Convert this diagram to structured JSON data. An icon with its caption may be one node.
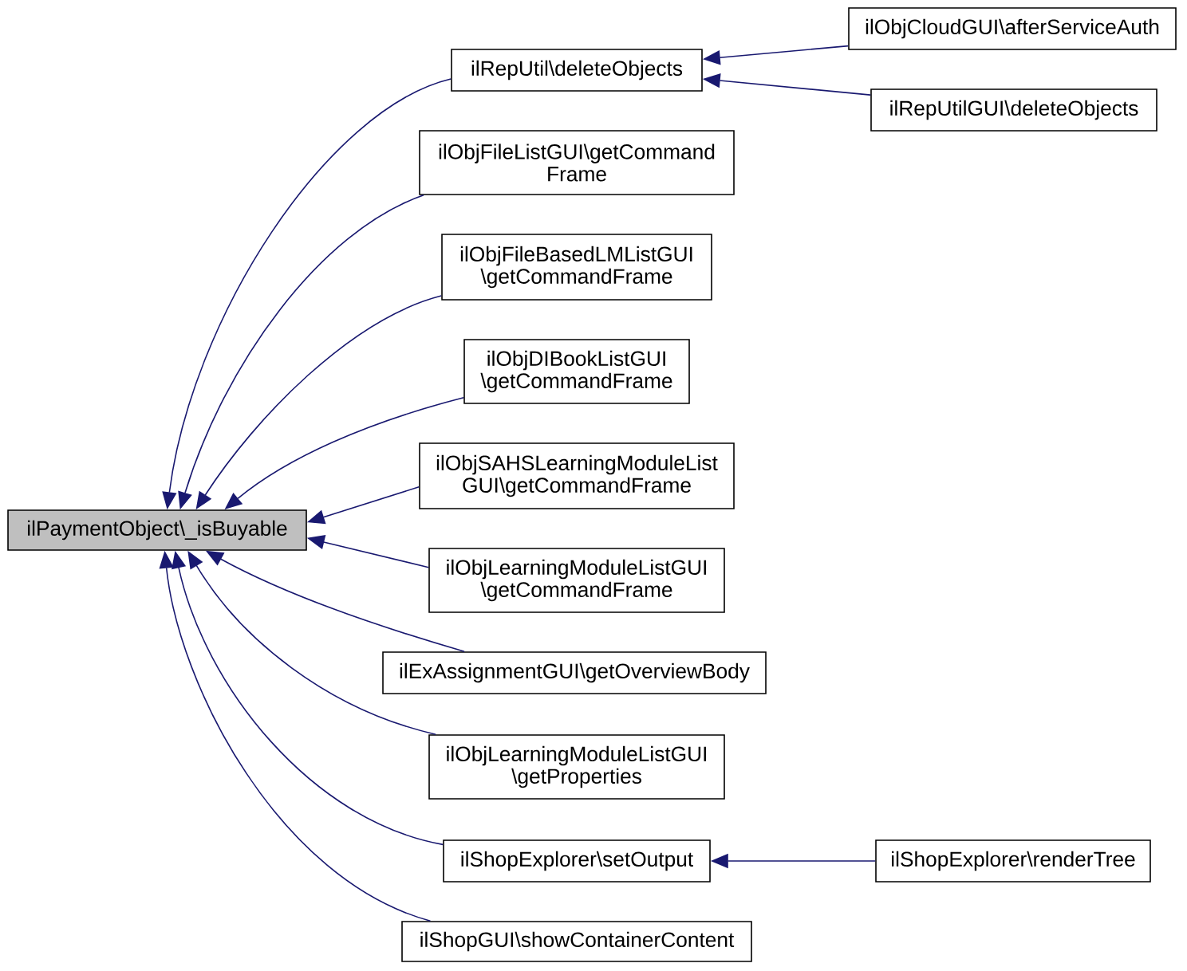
{
  "diagram": {
    "nodes": [
      {
        "text": [
          "ilPaymentObject\\_isBuyable"
        ]
      },
      {
        "text": [
          "ilRepUtil\\deleteObjects"
        ]
      },
      {
        "text": [
          "ilObjFileListGUI\\getCommand Frame"
        ]
      },
      {
        "text": [
          "ilObjFileBasedLMListGUI \\getCommandFrame"
        ]
      },
      {
        "text": [
          "ilObjDIBookListGUI \\getCommandFrame"
        ]
      },
      {
        "text": [
          "ilObjSAHSLearningModuleList GUI\\getCommandFrame"
        ]
      },
      {
        "text": [
          "ilObjLearningModuleListGUI \\getCommandFrame"
        ]
      },
      {
        "text": [
          "ilExAssignmentGUI\\getOverviewBody"
        ]
      },
      {
        "text": [
          "ilObjLearningModuleListGUI \\getProperties"
        ]
      },
      {
        "text": [
          "ilShopExplorer\\setOutput"
        ]
      },
      {
        "text": [
          "ilShopGUI\\showContainerContent"
        ]
      },
      {
        "text": [
          "ilObjCloudGUI\\afterServiceAuth"
        ]
      },
      {
        "text": [
          "ilRepUtilGUI\\deleteObjects"
        ]
      },
      {
        "text": [
          "ilShopExplorer\\renderTree"
        ]
      }
    ],
    "edges": [
      {
        "from": 1,
        "to": 0,
        "arrow": "to"
      },
      {
        "from": 2,
        "to": 0,
        "arrow": "to"
      },
      {
        "from": 3,
        "to": 0,
        "arrow": "to"
      },
      {
        "from": 4,
        "to": 0,
        "arrow": "to"
      },
      {
        "from": 5,
        "to": 0,
        "arrow": "to"
      },
      {
        "from": 6,
        "to": 0,
        "arrow": "to"
      },
      {
        "from": 7,
        "to": 0,
        "arrow": "to"
      },
      {
        "from": 8,
        "to": 0,
        "arrow": "to"
      },
      {
        "from": 9,
        "to": 0,
        "arrow": "to"
      },
      {
        "from": 10,
        "to": 0,
        "arrow": "to"
      },
      {
        "from": 11,
        "to": 1,
        "arrow": "to"
      },
      {
        "from": 12,
        "to": 1,
        "arrow": "to"
      },
      {
        "from": 13,
        "to": 9,
        "arrow": "to"
      }
    ]
  }
}
